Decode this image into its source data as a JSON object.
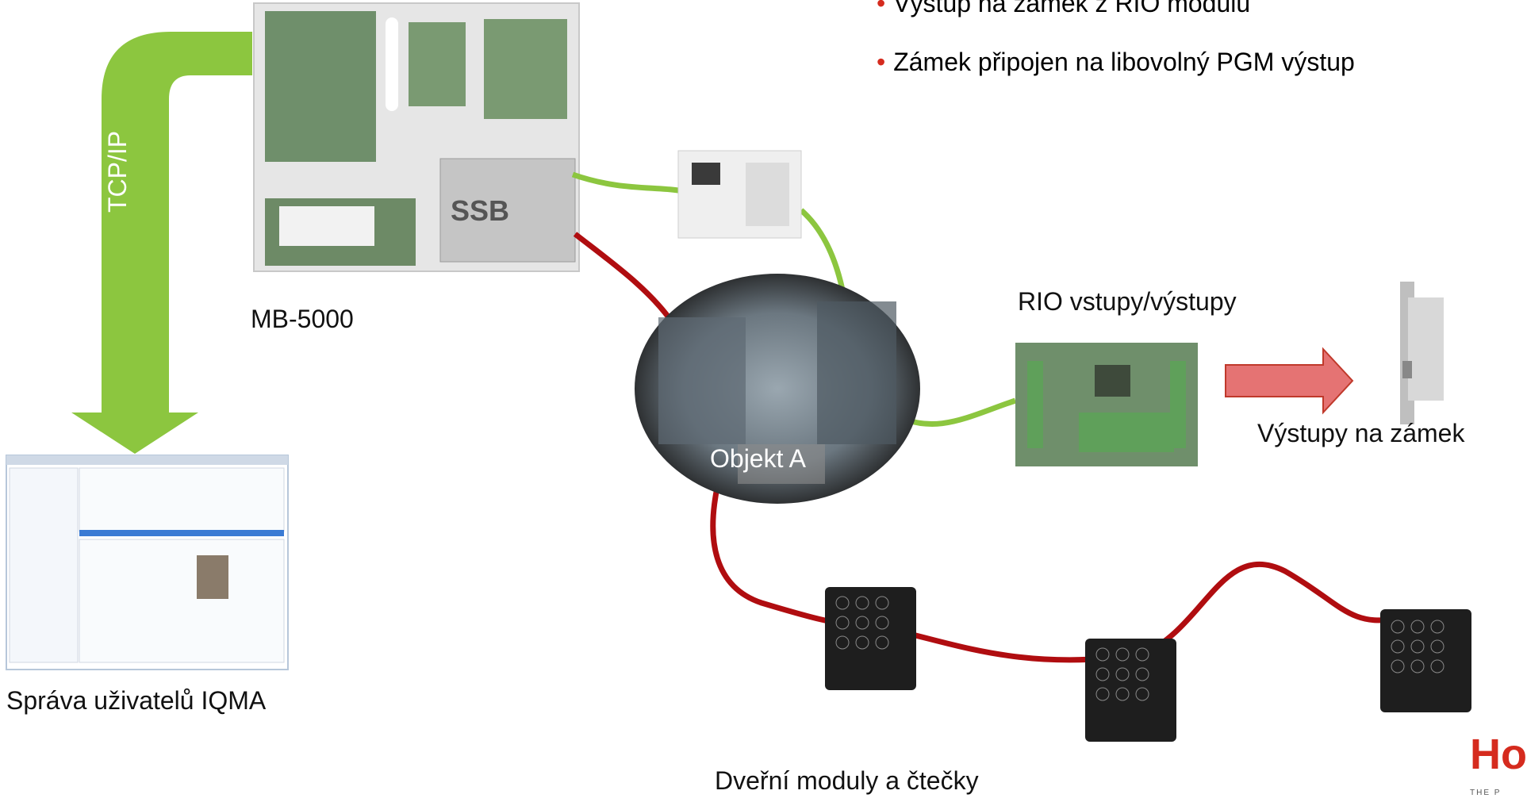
{
  "bullets": [
    "Výstup na zámek z RIO modulu",
    "Zámek připojen na libovolný PGM výstup"
  ],
  "labels": {
    "tcpip": "TCP/IP",
    "mb5000": "MB-5000",
    "iqma": "Správa uživatelů IQMA",
    "objekt": "Objekt A",
    "rio": "RIO vstupy/výstupy",
    "vystupy": "Výstupy na zámek",
    "dverni": "Dveřní moduly a čtečky",
    "battery_brand": "SSB"
  },
  "brand": {
    "name": "Honeywell",
    "visible_text": "Ho",
    "tagline": "THE POWER OF CONNECTED"
  },
  "colors": {
    "green_line": "#8cc63f",
    "red_line": "#b00d10",
    "arrow_red": "#e57373",
    "brand_red": "#d52b1e"
  }
}
